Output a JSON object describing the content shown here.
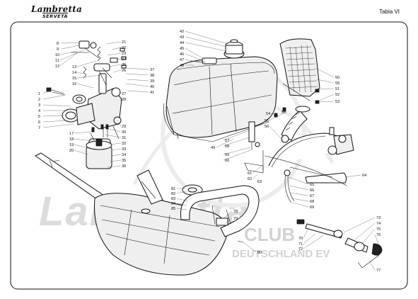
{
  "header": {
    "brand": "Lambretta",
    "brand_sub": "SERVETA",
    "table_title": "Tabla VI"
  },
  "watermark": {
    "brand": "Lambretta",
    "club": "CLUB",
    "country": "DEUTSCHLAND EV"
  },
  "colors": {
    "border": "#111111",
    "watermark": "#dcdcdc",
    "club_watermark": "#f2e7c9",
    "part_outline": "#111111"
  },
  "callouts": [
    "1",
    "2",
    "3",
    "4",
    "5",
    "6",
    "7",
    "8",
    "9",
    "10",
    "11",
    "12",
    "13",
    "14",
    "15",
    "16",
    "17",
    "18",
    "19",
    "20",
    "21",
    "22",
    "23",
    "24",
    "25",
    "26",
    "27",
    "28",
    "29",
    "30",
    "31",
    "32",
    "33",
    "34",
    "35",
    "36",
    "37",
    "38",
    "39",
    "40",
    "41",
    "42",
    "43",
    "44",
    "45",
    "46",
    "47",
    "48",
    "49",
    "50",
    "51",
    "52",
    "53",
    "54",
    "55",
    "56",
    "57",
    "58",
    "59",
    "60",
    "61",
    "62",
    "63",
    "64",
    "65",
    "66",
    "67",
    "68",
    "69",
    "70",
    "71",
    "72",
    "73",
    "74",
    "75",
    "76",
    "77",
    "78",
    "79",
    "80",
    "81",
    "82",
    "83",
    "84",
    "85"
  ]
}
